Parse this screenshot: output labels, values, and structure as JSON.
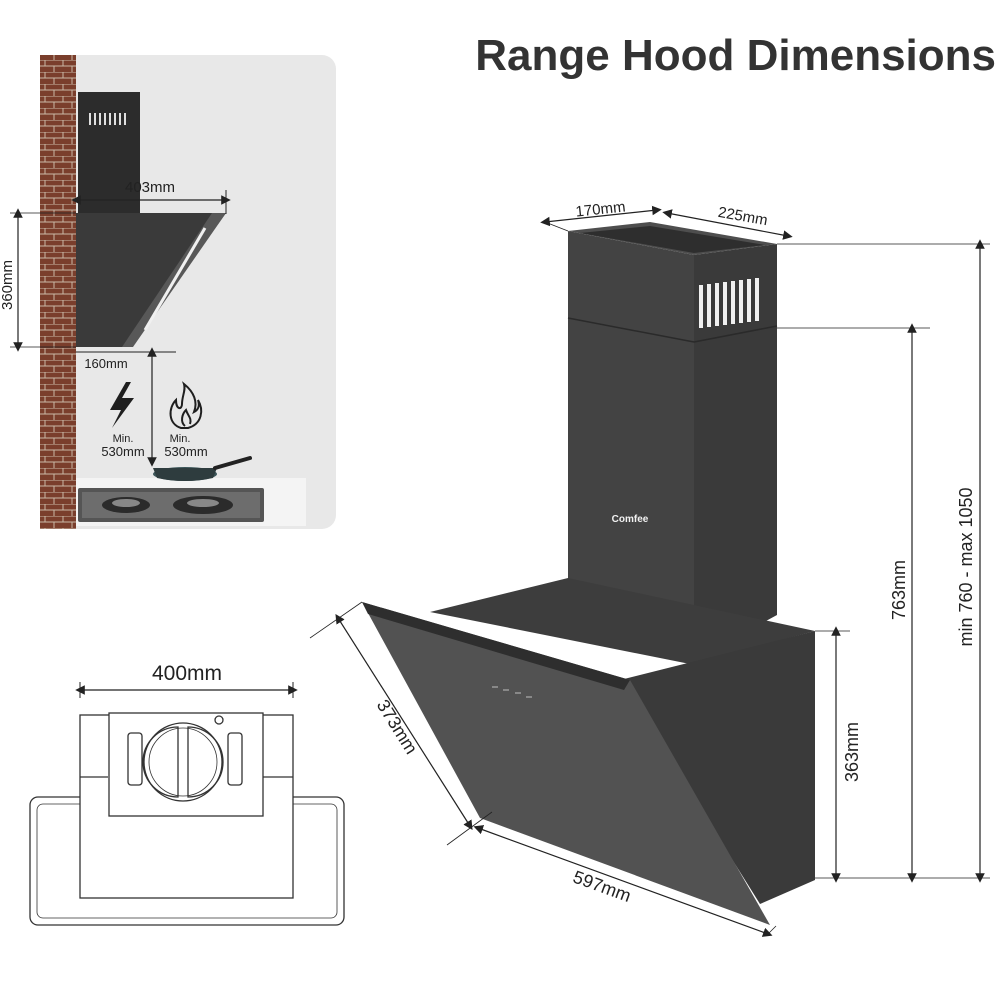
{
  "title": "Range Hood Dimensions",
  "brand": "Comfee",
  "colors": {
    "hood_body": "#3e3e3e",
    "hood_glass": "#525252",
    "duct": "#434343",
    "panel_bg": "#e8e8e8",
    "brick": "#7a3e2c",
    "dimension_lines": "#222222"
  },
  "icons": [
    "electric-bolt-icon",
    "flame-icon",
    "frying-pan-icon",
    "gas-burner-icon",
    "fan-motor-icon"
  ],
  "side_view": {
    "width": "403mm",
    "height": "360mm",
    "depth_bottom": "160mm",
    "electric_clearance_label": "Min.",
    "electric_clearance_value": "530mm",
    "gas_clearance_label": "Min.",
    "gas_clearance_value": "530mm"
  },
  "top_view": {
    "width": "400mm"
  },
  "main_view": {
    "duct_depth": "170mm",
    "duct_width": "225mm",
    "total_height": "min 760 - max 1050",
    "chimney_height": "763mm",
    "body_height": "363mm",
    "glass_depth": "373mm",
    "width": "597mm"
  }
}
